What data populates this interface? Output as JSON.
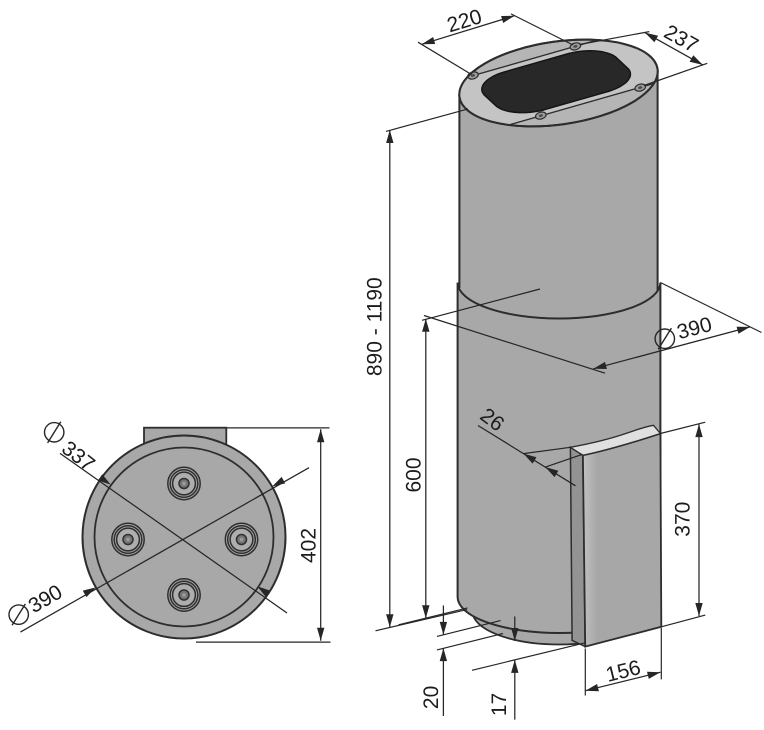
{
  "document": {
    "type": "technical dimension drawing",
    "subject": "cylindrical island range hood",
    "views": {
      "left": "bottom view with 4 halogen lamps",
      "right": "isometric view with mounting panel"
    }
  },
  "dimensions": {
    "top_hole_pitch_a": "220",
    "top_hole_pitch_b": "237",
    "total_height_range": "890 - 1190",
    "body_diameter": "390",
    "lower_body_height": "600",
    "panel_thickness": "26",
    "panel_height": "370",
    "panel_width": "156",
    "base_ring_height": "20",
    "base_recess": "17",
    "inner_plate_diameter": "337",
    "body_diameter_bottom": "390",
    "overall_depth": "402"
  },
  "colors": {
    "body_gray": "#a8a8a8",
    "top_face_gray": "#b5b5b5",
    "line_ink": "#2d2d2d",
    "opening_black": "#282828",
    "background": "#ffffff"
  }
}
